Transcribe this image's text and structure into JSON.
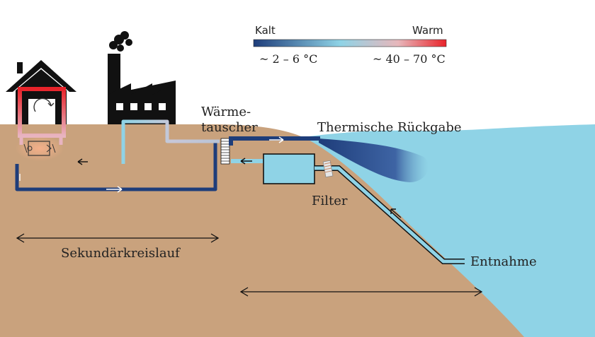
{
  "legend": {
    "cold_label": "Kalt",
    "warm_label": "Warm",
    "cold_range": "~ 2 – 6 °C",
    "warm_range": "~ 40 – 70 °C",
    "cold_color": "#1e3d7a",
    "mid_color": "#8fd3e6",
    "warm_color": "#e8232a"
  },
  "labels": {
    "heat_exchanger_line1": "Wärme-",
    "heat_exchanger_line2": "tauscher",
    "thermal_return": "Thermische Rückgabe",
    "filter": "Filter",
    "intake": "Entnahme",
    "secondary_loop": "Sekundärkreislauf"
  },
  "colors": {
    "ground": "#c9a27d",
    "water": "#8fd3e6",
    "pipe_dark": "#1e3d7a",
    "pipe_light": "#8fd3e6",
    "building": "#111111"
  },
  "icons": [
    "house-icon",
    "factory-icon",
    "heat-pump-icon",
    "heat-exchanger-icon",
    "filter-icon",
    "pump-tank-icon"
  ]
}
